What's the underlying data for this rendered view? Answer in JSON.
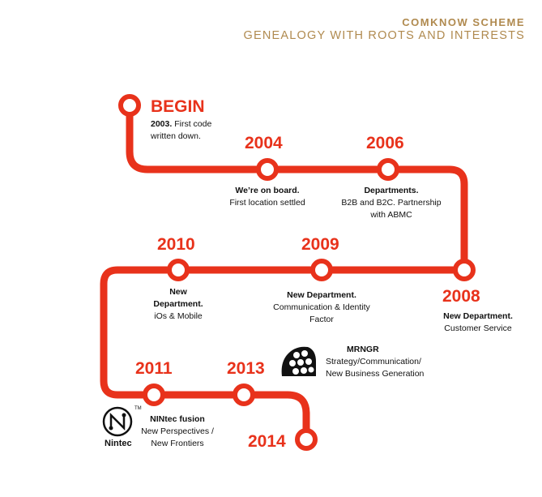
{
  "header": {
    "title": "COMKNOW SCHEME",
    "subtitle": "GENEALOGY WITH ROOTS AND INTERESTS"
  },
  "colors": {
    "accent": "#e8321b",
    "header": "#b08a4f"
  },
  "milestones": {
    "begin": {
      "year": "BEGIN",
      "line1": "2003.",
      "line1b": " First code",
      "line2": "written down."
    },
    "y2004": {
      "year": "2004",
      "title": "We’re on board.",
      "line2": "First location settled"
    },
    "y2006": {
      "year": "2006",
      "title": "Departments.",
      "line2": "B2B and B2C. Partnership",
      "line3": "with ABMC"
    },
    "y2008": {
      "year": "2008",
      "title": "New Department.",
      "line2": "Customer Service"
    },
    "y2009": {
      "year": "2009",
      "title": "New Department.",
      "line2": "Communication & Identity",
      "line3": "Factor"
    },
    "y2010": {
      "year": "2010",
      "title1": "New",
      "title2": "Department.",
      "line3": "iOs & Mobile"
    },
    "y2011": {
      "year": "2011"
    },
    "y2013": {
      "year": "2013"
    },
    "y2014": {
      "year": "2014"
    }
  },
  "partners": {
    "mrngr": {
      "title": "MRNGR",
      "line2": "Strategy/Communication/",
      "line3": "New Business Generation"
    },
    "nintec": {
      "title": "NINtec fusion",
      "line2": "New Perspectives /",
      "line3": "New Frontiers",
      "logo_text": "Nintec",
      "tm": "TM"
    }
  }
}
